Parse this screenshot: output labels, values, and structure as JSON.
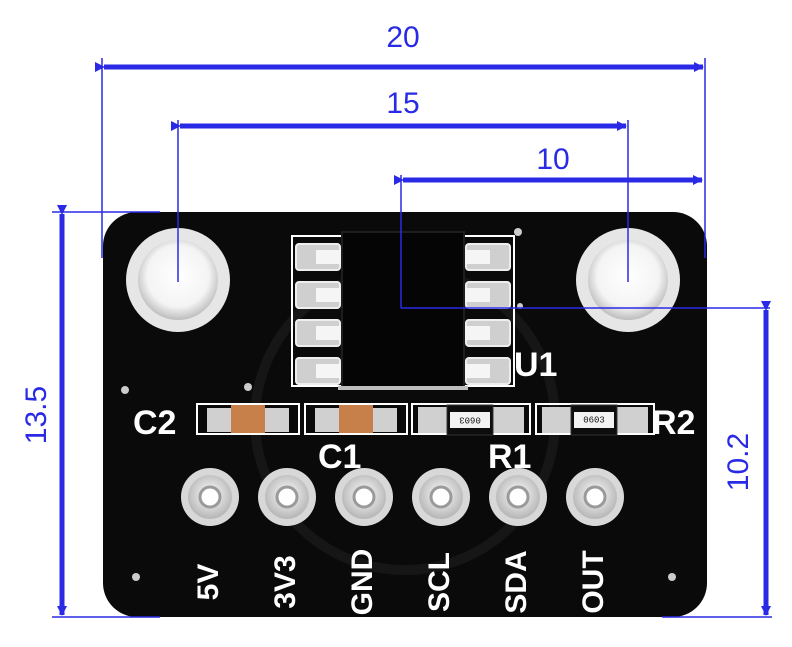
{
  "dimensions": {
    "width_total": "20",
    "hole_spacing": "15",
    "ic_offset": "10",
    "height_total": "13.5",
    "height_partial": "10.2"
  },
  "silkscreen": {
    "u1": "U1",
    "c1": "C1",
    "c2": "C2",
    "r1": "R1",
    "r2": "R2"
  },
  "resistor_code": "0603",
  "pins": [
    "5V",
    "3V3",
    "GND",
    "SCL",
    "SDA",
    "OUT"
  ],
  "colors": {
    "dimension": "#2a2ae6",
    "board": "#0a0a0a",
    "silkscreen": "#ffffff",
    "capacitor": "#c8804a"
  }
}
